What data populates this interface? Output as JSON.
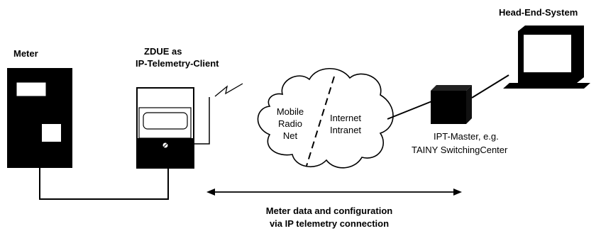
{
  "labels": {
    "meter": "Meter",
    "zdue_line1": "ZDUE as",
    "zdue_line2": "IP-Telemetry-Client",
    "head_end": "Head-End-System",
    "cloud_left": [
      "Mobile",
      "Radio",
      "Net"
    ],
    "cloud_right": [
      "Internet",
      "Intranet"
    ],
    "ipt_line1": "IPT-Master, e.g.",
    "ipt_line2": "TAINY SwitchingCenter",
    "connection_line1": "Meter data and configuration",
    "connection_line2": "via IP telemetry connection"
  },
  "colors": {
    "device": "#000000",
    "background": "#ffffff"
  },
  "icons": {
    "radio_signal": "lightning-signal-icon",
    "lock_symbol": "slashed-circle-icon"
  }
}
